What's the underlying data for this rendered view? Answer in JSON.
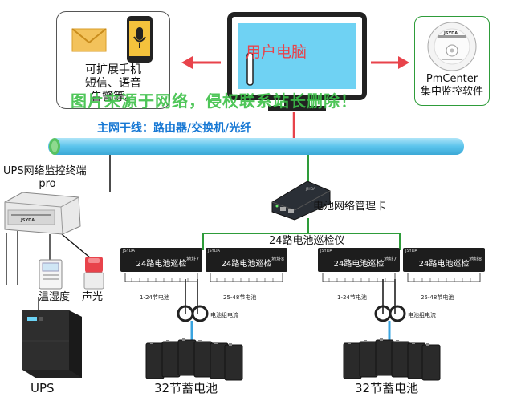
{
  "top_left": {
    "notify_lines": [
      "可扩展手机",
      "短信、语音",
      "告警等。"
    ]
  },
  "center": {
    "monitor_label": "用户电脑"
  },
  "top_right": {
    "cd_lines": [
      "PmCenter",
      "集中监控软件"
    ],
    "cd_brand": "JSYDA"
  },
  "watermark": "图片来源于网络，侵权联系站长删除！",
  "backbone": {
    "label": "主网干线：路由器/交换机/光纤"
  },
  "ups_terminal": {
    "label_lines": [
      "UPS网络监控终端",
      "pro"
    ],
    "brand": "JSYDA"
  },
  "card": {
    "label": "电池网络管理卡"
  },
  "inspector": {
    "label": "24路电池巡检仪",
    "module_title": "24路电池巡检",
    "brand": "JSYDA",
    "addr_labels": [
      "地址7",
      "地址8",
      "地址7",
      "地址8"
    ],
    "range_labels": [
      "1-24节电池",
      "25-48节电池",
      "1-24节电池",
      "25-48节电池"
    ],
    "current_label": "电池组电流"
  },
  "sensors": {
    "humidity": "温湿度",
    "sound_light": "声光"
  },
  "ups": {
    "label": "UPS"
  },
  "batteries": {
    "left": "32节蓄电池",
    "right": "32节蓄电池"
  },
  "colors": {
    "arrow": "#e8434b",
    "green_line": "#2e9c3a",
    "backbone": "#5bc4ec",
    "monitor_screen": "#6fd2f3",
    "blue_label": "#1778d4",
    "watermark": "#3cc048"
  },
  "icons": [
    "envelope-icon",
    "phone-voice-icon",
    "monitor-icon",
    "cd-icon",
    "router-icon",
    "network-card-icon",
    "humidity-sensor-icon",
    "alarm-light-icon",
    "ups-tower-icon",
    "battery-bank-icon",
    "current-sensor-icon"
  ]
}
